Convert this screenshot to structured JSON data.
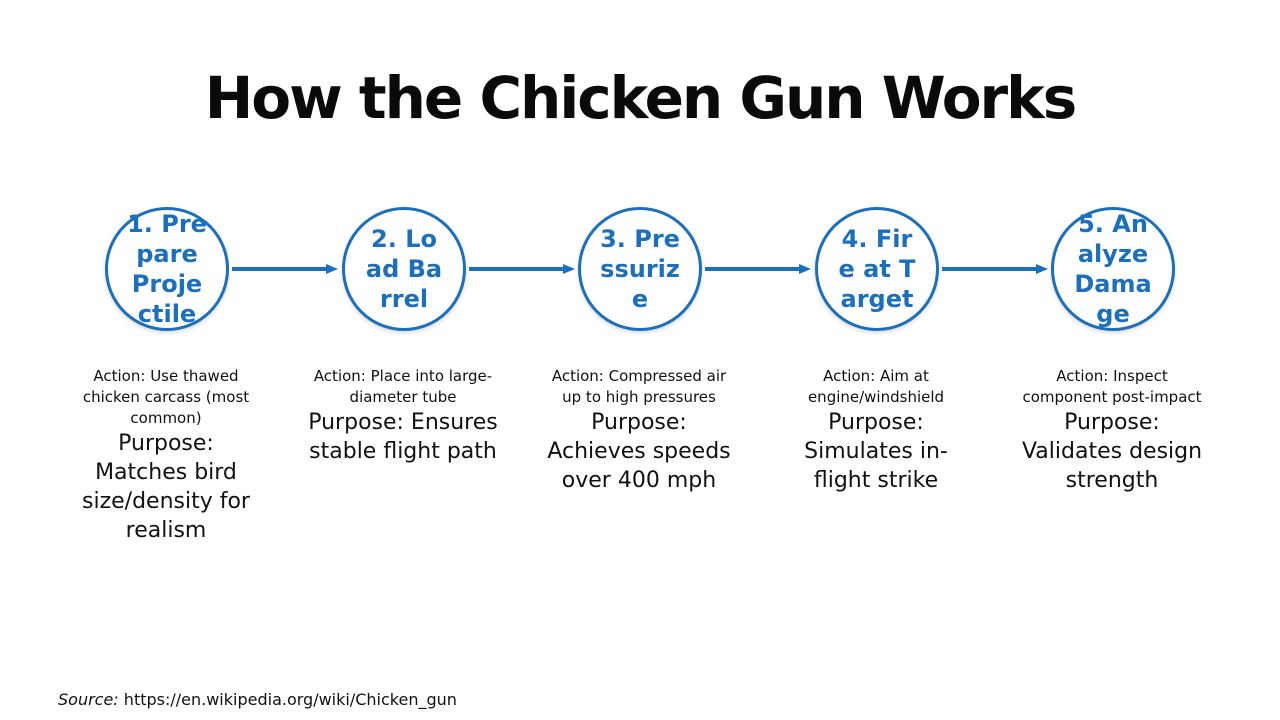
{
  "title": "How the Chicken Gun Works",
  "accent_color": "#1a6fbf",
  "steps": [
    {
      "label": "1. Prepare Projectile",
      "action": "Action: Use thawed chicken carcass (most common)",
      "purpose": "Purpose: Matches bird size/density for realism"
    },
    {
      "label": "2. Load Barrel",
      "action": "Action: Place into large-diameter tube",
      "purpose": "Purpose: Ensures stable flight path"
    },
    {
      "label": "3. Pressurize",
      "action": "Action: Compressed air up to high pressures",
      "purpose": "Purpose: Achieves speeds over 400 mph"
    },
    {
      "label": "4. Fire at Target",
      "action": "Action: Aim at engine/windshield",
      "purpose": "Purpose: Simulates in-flight strike"
    },
    {
      "label": "5. Analyze Damage",
      "action": "Action: Inspect component post-impact",
      "purpose": "Purpose: Validates design strength"
    }
  ],
  "source": {
    "label": "Source:",
    "url": "https://en.wikipedia.org/wiki/Chicken_gun"
  }
}
